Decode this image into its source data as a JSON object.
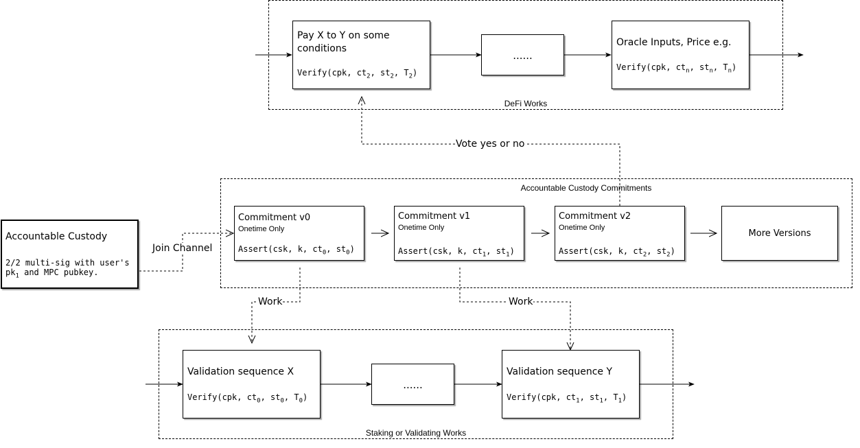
{
  "groups": {
    "defi": "DeFi Works",
    "custody_commitments": "Accountable Custody Commitments",
    "staking": "Staking or Validating Works"
  },
  "defi": {
    "pay": {
      "title": "Pay X to Y on some conditions",
      "verify": {
        "fn": "Verify(cpk, ct",
        "s1": "2",
        "mid1": ", st",
        "s2": "2",
        "mid2": ", T",
        "s3": "2",
        "end": ")"
      }
    },
    "ellipsis": "......",
    "oracle": {
      "title": "Oracle Inputs, Price e.g.",
      "verify": {
        "fn": "Verify(cpk, ct",
        "s1": "n",
        "mid1": ", st",
        "s2": "n",
        "mid2": ", T",
        "s3": "n",
        "end": ")"
      }
    }
  },
  "custody": {
    "title": "Accountable Custody",
    "line1": "2/2 multi-sig with user's",
    "line2a": "pk",
    "line2sub": "1",
    "line2b": " and MPC pubkey."
  },
  "commitments": [
    {
      "title": "Commitment v0",
      "sub": "Onetime Only",
      "assert": {
        "fn": "Assert(csk, k, ct",
        "s1": "0",
        "mid": ", st",
        "s2": "0",
        "end": ")"
      }
    },
    {
      "title": "Commitment v1",
      "sub": "Onetime Only",
      "assert": {
        "fn": "Assert(csk, k, ct",
        "s1": "1",
        "mid": ", st",
        "s2": "1",
        "end": ")"
      }
    },
    {
      "title": "Commitment v2",
      "sub": "Onetime Only",
      "assert": {
        "fn": "Assert(csk, k, ct",
        "s1": "2",
        "mid": ", st",
        "s2": "2",
        "end": ")"
      }
    }
  ],
  "more_versions": "More Versions",
  "validation": {
    "x": {
      "title": "Validation sequence X",
      "verify": {
        "fn": "Verify(cpk, ct",
        "s1": "0",
        "mid1": ", st",
        "s2": "0",
        "mid2": ", T",
        "s3": "0",
        "end": ")"
      }
    },
    "ellipsis": "......",
    "y": {
      "title": "Validation sequence Y",
      "verify": {
        "fn": "Verify(cpk, ct",
        "s1": "1",
        "mid1": ", st",
        "s2": "1",
        "mid2": ", T",
        "s3": "1",
        "end": ")"
      }
    }
  },
  "edges": {
    "vote": "Vote yes or no",
    "join": "Join Channel",
    "work_left": "Work",
    "work_right": "Work"
  }
}
